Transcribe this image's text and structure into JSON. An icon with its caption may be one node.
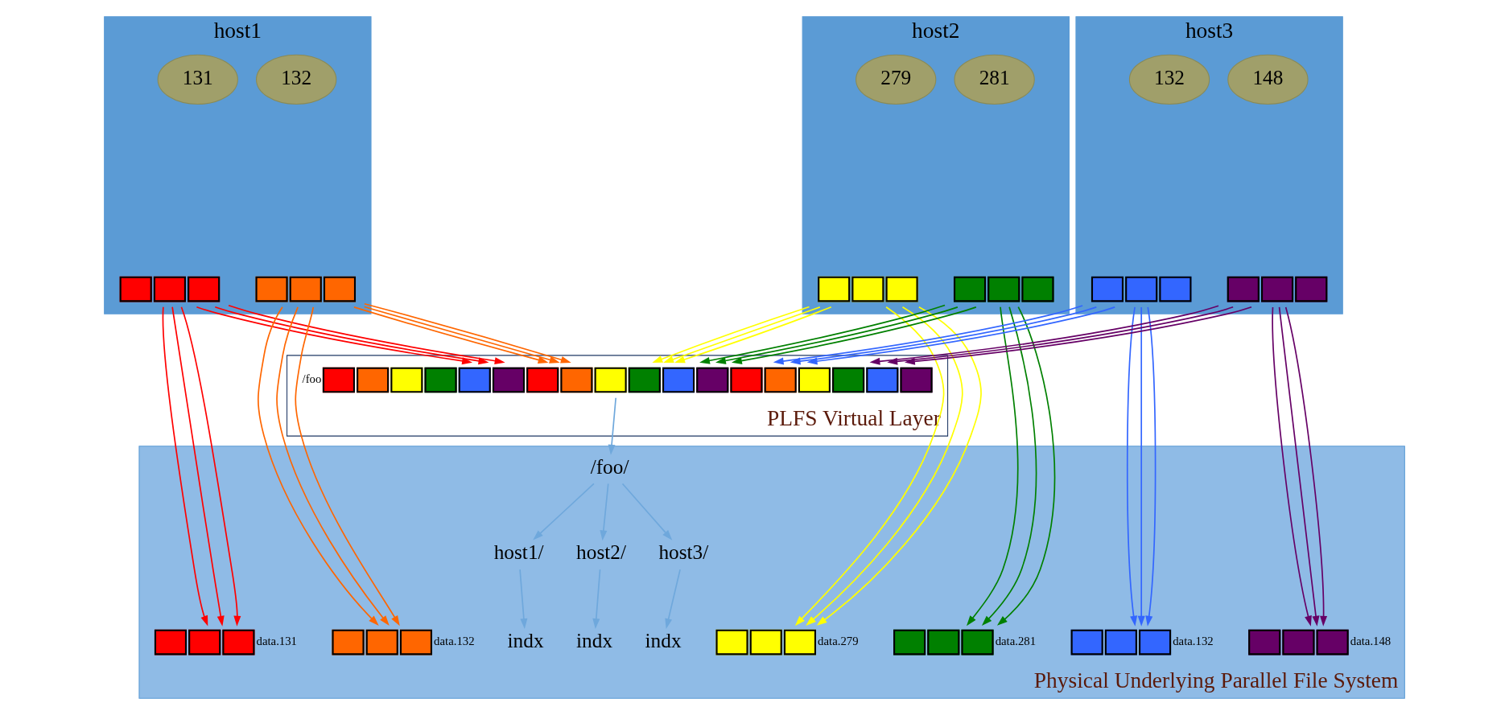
{
  "diagram": {
    "nodes": [
      {
        "text": [
          "host1"
        ]
      },
      {
        "text": [
          "131"
        ],
        "in": 0
      },
      {
        "text": [
          "132"
        ],
        "in": 0
      },
      {
        "text": [],
        "shape": "bar",
        "in": 0
      },
      {
        "text": [],
        "shape": "bar",
        "in": 0
      },
      {
        "text": [
          "host2"
        ]
      },
      {
        "text": [
          "279"
        ],
        "in": 5
      },
      {
        "text": [
          "281"
        ],
        "in": 5
      },
      {
        "text": [],
        "shape": "bar",
        "in": 5
      },
      {
        "text": [],
        "shape": "bar",
        "in": 5
      },
      {
        "text": [
          "host3"
        ]
      },
      {
        "text": [
          "132"
        ],
        "in": 10
      },
      {
        "text": [
          "148"
        ],
        "in": 10
      },
      {
        "text": [],
        "shape": "bar",
        "in": 10
      },
      {
        "text": [],
        "shape": "bar",
        "in": 10
      },
      {
        "text": [
          "PLFS Virtual Layer"
        ]
      },
      {
        "text": [],
        "shape": "bar",
        "in": 15,
        "beside": [
          "/foo"
        ]
      },
      {
        "text": [
          "Physical Underlying Parallel File System"
        ]
      },
      {
        "text": [
          "/foo/"
        ],
        "in": 17
      },
      {
        "text": [
          "host1/"
        ],
        "in": 17
      },
      {
        "text": [],
        "shape": "bar",
        "in": 17,
        "beside": [
          "data.131"
        ]
      },
      {
        "text": [],
        "shape": "bar",
        "in": 17,
        "beside": [
          "data.132"
        ]
      },
      {
        "text": [
          "indx"
        ],
        "in": 17
      },
      {
        "text": [
          "host2/"
        ],
        "in": 17
      },
      {
        "text": [],
        "shape": "bar",
        "in": 17,
        "beside": [
          "data.279"
        ]
      },
      {
        "text": [],
        "shape": "bar",
        "in": 17,
        "beside": [
          "data.281"
        ]
      },
      {
        "text": [
          "indx"
        ],
        "in": 17
      },
      {
        "text": [
          "host3/"
        ],
        "in": 17
      },
      {
        "text": [],
        "shape": "bar",
        "in": 17,
        "beside": [
          "data.132"
        ]
      },
      {
        "text": [],
        "shape": "bar",
        "in": 17,
        "beside": [
          "data.148"
        ]
      },
      {
        "text": [
          "indx"
        ],
        "in": 17
      }
    ],
    "edges": [
      {
        "from": 3,
        "to": 20,
        "arrow": "to",
        "color": "#ff0000"
      },
      {
        "from": 3,
        "to": 20,
        "arrow": "to",
        "color": "#ff0000"
      },
      {
        "from": 3,
        "to": 20,
        "arrow": "to",
        "color": "#ff0000"
      },
      {
        "from": 3,
        "to": 16,
        "arrow": "to",
        "color": "#ff0000"
      },
      {
        "from": 3,
        "to": 16,
        "arrow": "to",
        "color": "#ff0000"
      },
      {
        "from": 3,
        "to": 16,
        "arrow": "to",
        "color": "#ff0000"
      },
      {
        "from": 4,
        "to": 21,
        "arrow": "to",
        "color": "#ff6600"
      },
      {
        "from": 4,
        "to": 21,
        "arrow": "to",
        "color": "#ff6600"
      },
      {
        "from": 4,
        "to": 21,
        "arrow": "to",
        "color": "#ff6600"
      },
      {
        "from": 4,
        "to": 16,
        "arrow": "to",
        "color": "#ff6600"
      },
      {
        "from": 4,
        "to": 16,
        "arrow": "to",
        "color": "#ff6600"
      },
      {
        "from": 4,
        "to": 16,
        "arrow": "to",
        "color": "#ff6600"
      },
      {
        "from": 8,
        "to": 24,
        "arrow": "to",
        "color": "#ffff00"
      },
      {
        "from": 8,
        "to": 24,
        "arrow": "to",
        "color": "#ffff00"
      },
      {
        "from": 8,
        "to": 24,
        "arrow": "to",
        "color": "#ffff00"
      },
      {
        "from": 8,
        "to": 16,
        "arrow": "to",
        "color": "#ffff00"
      },
      {
        "from": 8,
        "to": 16,
        "arrow": "to",
        "color": "#ffff00"
      },
      {
        "from": 8,
        "to": 16,
        "arrow": "to",
        "color": "#ffff00"
      },
      {
        "from": 9,
        "to": 25,
        "arrow": "to",
        "color": "#008000"
      },
      {
        "from": 9,
        "to": 25,
        "arrow": "to",
        "color": "#008000"
      },
      {
        "from": 9,
        "to": 25,
        "arrow": "to",
        "color": "#008000"
      },
      {
        "from": 9,
        "to": 16,
        "arrow": "to",
        "color": "#008000"
      },
      {
        "from": 9,
        "to": 16,
        "arrow": "to",
        "color": "#008000"
      },
      {
        "from": 9,
        "to": 16,
        "arrow": "to",
        "color": "#008000"
      },
      {
        "from": 13,
        "to": 28,
        "arrow": "to",
        "color": "#3366ff"
      },
      {
        "from": 13,
        "to": 28,
        "arrow": "to",
        "color": "#3366ff"
      },
      {
        "from": 13,
        "to": 28,
        "arrow": "to",
        "color": "#3366ff"
      },
      {
        "from": 13,
        "to": 16,
        "arrow": "to",
        "color": "#3366ff"
      },
      {
        "from": 13,
        "to": 16,
        "arrow": "to",
        "color": "#3366ff"
      },
      {
        "from": 13,
        "to": 16,
        "arrow": "to",
        "color": "#3366ff"
      },
      {
        "from": 14,
        "to": 29,
        "arrow": "to",
        "color": "#660066"
      },
      {
        "from": 14,
        "to": 29,
        "arrow": "to",
        "color": "#660066"
      },
      {
        "from": 14,
        "to": 29,
        "arrow": "to",
        "color": "#660066"
      },
      {
        "from": 14,
        "to": 16,
        "arrow": "to",
        "color": "#660066"
      },
      {
        "from": 14,
        "to": 16,
        "arrow": "to",
        "color": "#660066"
      },
      {
        "from": 14,
        "to": 16,
        "arrow": "to",
        "color": "#660066"
      },
      {
        "from": 16,
        "to": 18,
        "arrow": "to",
        "color": "#6fa8dc"
      },
      {
        "from": 18,
        "to": 19,
        "arrow": "to",
        "color": "#6fa8dc"
      },
      {
        "from": 18,
        "to": 23,
        "arrow": "to",
        "color": "#6fa8dc"
      },
      {
        "from": 18,
        "to": 27,
        "arrow": "to",
        "color": "#6fa8dc"
      },
      {
        "from": 19,
        "to": 22,
        "arrow": "to",
        "color": "#6fa8dc"
      },
      {
        "from": 23,
        "to": 26,
        "arrow": "to",
        "color": "#6fa8dc"
      },
      {
        "from": 27,
        "to": 30,
        "arrow": "to",
        "color": "#6fa8dc"
      }
    ]
  }
}
